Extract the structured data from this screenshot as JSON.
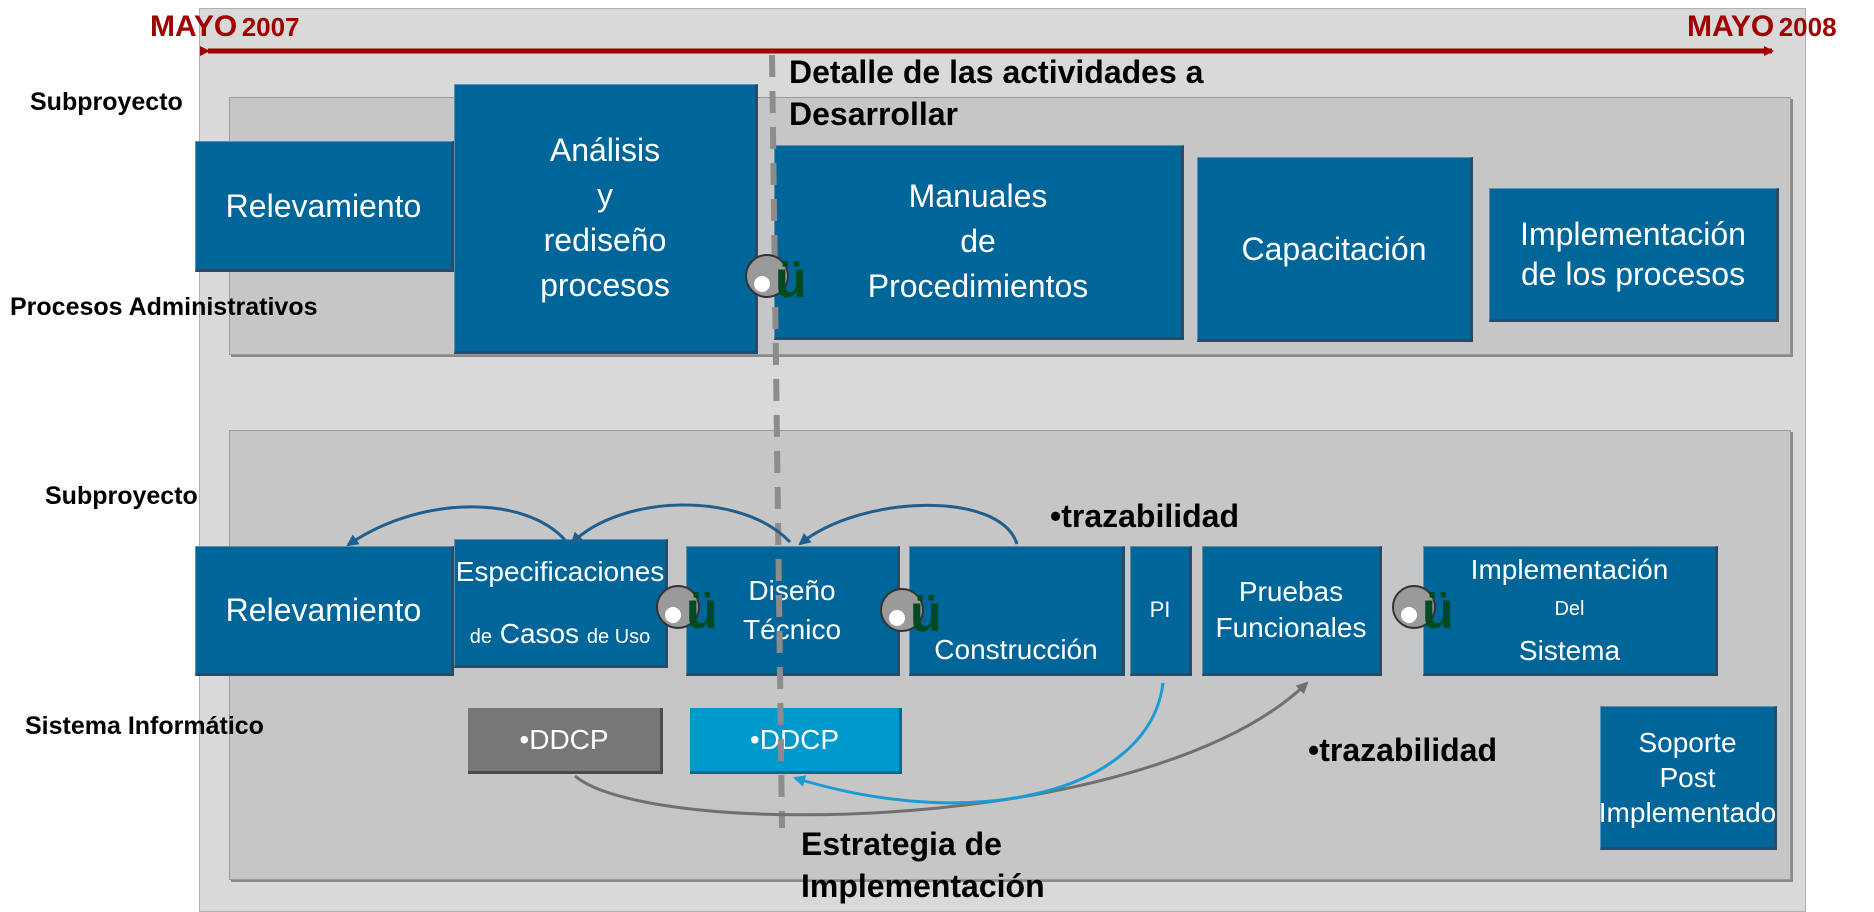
{
  "timeline": {
    "start_month": "MAYO",
    "start_year": "2007",
    "end_month": "MAYO",
    "end_year": "2008"
  },
  "headings": {
    "top": "Detalle de las actividades a Desarrollar",
    "bottom": "Estrategia de Implementación"
  },
  "section1": {
    "title": "Subproyecto",
    "subtitle": "Procesos Administrativos",
    "boxes": [
      {
        "lines": [
          "Relevamiento"
        ]
      },
      {
        "lines": [
          "Análisis",
          "y",
          "rediseño",
          "procesos"
        ]
      },
      {
        "lines": [
          "Manuales",
          "de",
          "Procedimientos"
        ]
      },
      {
        "lines": [
          "Capacitación"
        ]
      },
      {
        "lines": [
          "Implementación",
          "de los procesos"
        ]
      }
    ]
  },
  "section2": {
    "title": "Subproyecto",
    "subtitle": "Sistema Informático",
    "boxes": [
      {
        "text": "Relevamiento"
      },
      {
        "line1": "Especificaciones",
        "de1": "de",
        "casos": "Casos",
        "de2": "de Uso"
      },
      {
        "line1": "Diseño",
        "line2": "Técnico"
      },
      {
        "text": "Construcción"
      },
      {
        "text": "PI"
      },
      {
        "line1": "Pruebas",
        "line2": "Funcionales"
      },
      {
        "line1": "Implementación",
        "line2": "Del",
        "line3": "Sistema"
      }
    ],
    "support": {
      "line1": "Soporte",
      "line2": "Post",
      "line3": "Implementado"
    },
    "ddcp": [
      "•DDCP",
      "•DDCP"
    ],
    "trazabilidad": [
      "•trazabilidad",
      "•trazabilidad"
    ]
  },
  "marker_glyph": "ü",
  "colors": {
    "box": "#006699",
    "box_light": "#0099cc",
    "box_gray": "#777777",
    "timeline": "#a00000",
    "arrow_dark": "#1f5f8f",
    "arrow_light": "#1a9ad6",
    "arrow_gray": "#707070",
    "divider": "#8c8c8c",
    "marker_text": "#004a1f"
  }
}
